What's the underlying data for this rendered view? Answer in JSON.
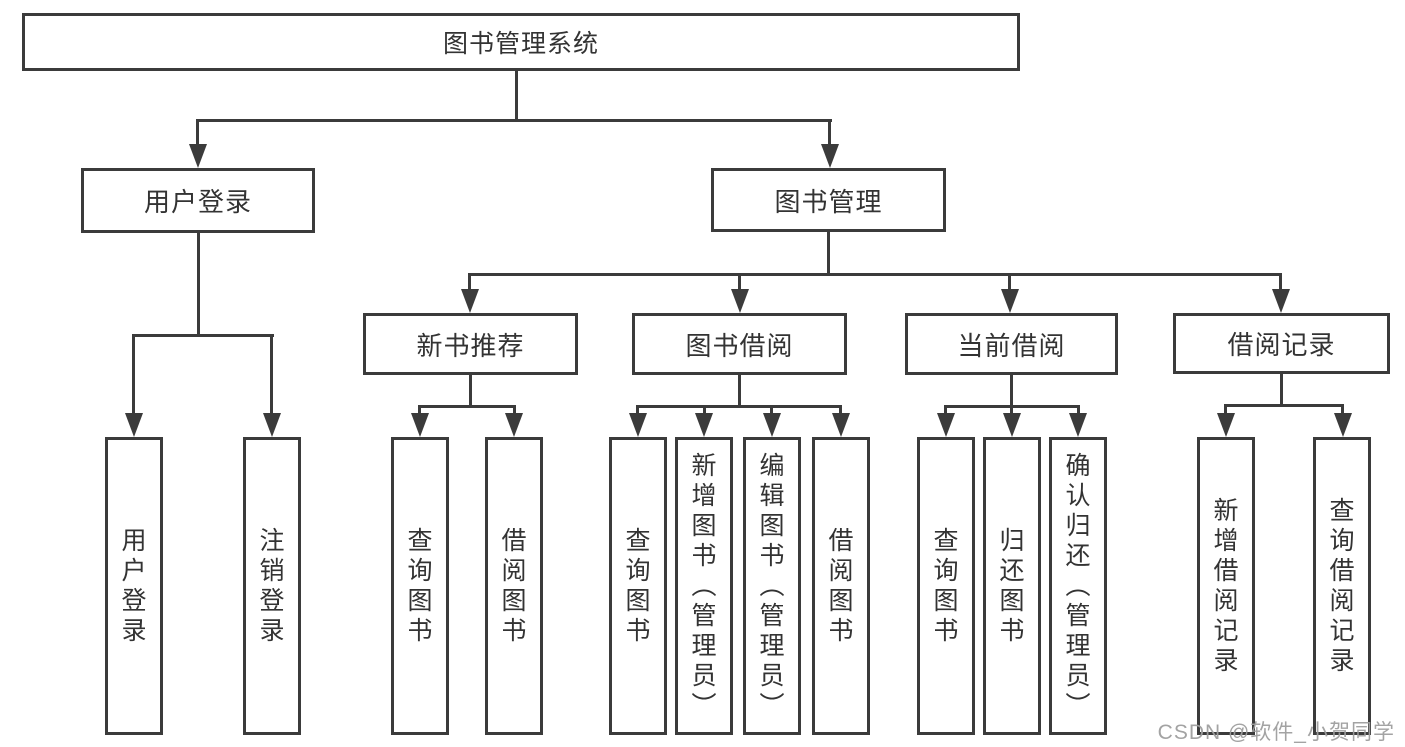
{
  "title": "图书管理系统",
  "colors": {
    "line": "#3b3b3b",
    "text": "#333333",
    "watermark": "#9e9e9e",
    "background": "#ffffff"
  },
  "watermark": {
    "text": "CSDN @软件_小贺同学"
  },
  "tree": {
    "root": {
      "label": "图书管理系统",
      "children": [
        {
          "label": "用户登录",
          "children": [
            {
              "label": "用户登录"
            },
            {
              "label": "注销登录"
            }
          ]
        },
        {
          "label": "图书管理",
          "children": [
            {
              "label": "新书推荐",
              "children": [
                {
                  "label": "查询图书"
                },
                {
                  "label": "借阅图书"
                }
              ]
            },
            {
              "label": "图书借阅",
              "children": [
                {
                  "label": "查询图书"
                },
                {
                  "label": "新增图书（管理员）"
                },
                {
                  "label": "编辑图书（管理员）"
                },
                {
                  "label": "借阅图书"
                }
              ]
            },
            {
              "label": "当前借阅",
              "children": [
                {
                  "label": "查询图书"
                },
                {
                  "label": "归还图书"
                },
                {
                  "label": "确认归还（管理员）"
                }
              ]
            },
            {
              "label": "借阅记录",
              "children": [
                {
                  "label": "新增借阅记录"
                },
                {
                  "label": "查询借阅记录"
                }
              ]
            }
          ]
        }
      ]
    }
  }
}
